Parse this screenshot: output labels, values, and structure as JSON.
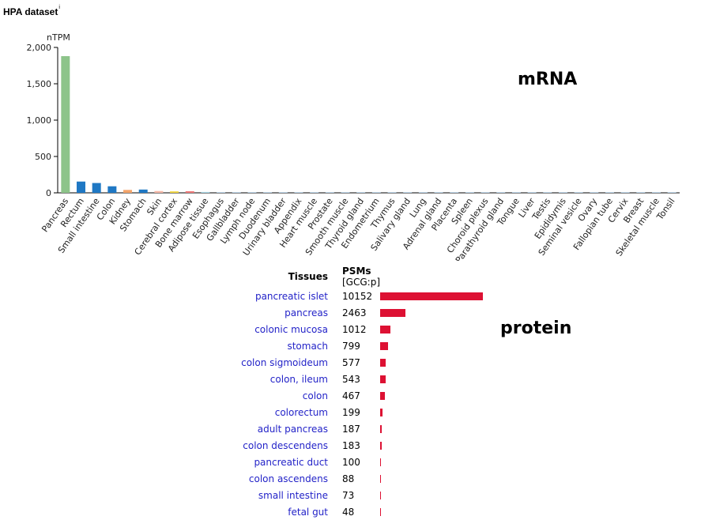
{
  "header": {
    "title": "HPA dataset",
    "info_mark": "i"
  },
  "mrna_section_label": "mRNA",
  "protein_section_label": "protein",
  "bar_colors": {
    "Pancreas": "#8dc48a",
    "Rectum": "#1f78c4",
    "Small intestine": "#1f78c4",
    "Colon": "#1f78c4",
    "Kidney": "#f4a46a",
    "Stomach": "#1f78c4",
    "Skin": "#f6b8a8",
    "Cerebral cortex": "#f2d53c",
    "Bone marrow": "#f07878",
    "Adipose tissue": "#a8d8e8",
    "default": "#8fb8d8"
  },
  "protein_bar_color": "#dd1133",
  "chart_data": [
    {
      "type": "bar",
      "ylabel": "nTPM",
      "ylim": [
        0,
        2000
      ],
      "yticks": [
        0,
        500,
        1000,
        1500,
        2000
      ],
      "ytick_labels": [
        "0",
        "500",
        "1,000",
        "1,500",
        "2,000"
      ],
      "categories": [
        "Pancreas",
        "Rectum",
        "Small intestine",
        "Colon",
        "Kidney",
        "Stomach",
        "Skin",
        "Cerebral cortex",
        "Bone marrow",
        "Adipose tissue",
        "Esophagus",
        "Gallbladder",
        "Lymph node",
        "Duodenum",
        "Urinary bladder",
        "Appendix",
        "Heart muscle",
        "Prostate",
        "Smooth muscle",
        "Thyroid gland",
        "Endometrium",
        "Thymus",
        "Salivary gland",
        "Lung",
        "Adrenal gland",
        "Placenta",
        "Spleen",
        "Choroid plexus",
        "Parathyroid gland",
        "Tongue",
        "Liver",
        "Testis",
        "Epididymis",
        "Seminal vesicle",
        "Ovary",
        "Fallopian tube",
        "Cervix",
        "Breast",
        "Skeletal muscle",
        "Tonsil"
      ],
      "values": [
        1880,
        155,
        135,
        90,
        40,
        45,
        25,
        20,
        22,
        12,
        3,
        2,
        2,
        5,
        2,
        2,
        1,
        1,
        1,
        1,
        1,
        1,
        1,
        1,
        1,
        1,
        1,
        1,
        1,
        1,
        1,
        1,
        1,
        1,
        1,
        1,
        1,
        1,
        1,
        1
      ]
    },
    {
      "type": "bar",
      "orientation": "horizontal",
      "column_headers": {
        "tissue": "Tissues",
        "value": "PSMs",
        "unit": "[GCG:p]"
      },
      "categories": [
        "pancreatic islet",
        "pancreas",
        "colonic mucosa",
        "stomach",
        "colon sigmoideum",
        "colon, ileum",
        "colon",
        "colorectum",
        "adult pancreas",
        "colon descendens",
        "pancreatic duct",
        "colon ascendens",
        "small intestine",
        "fetal gut"
      ],
      "values": [
        10152,
        2463,
        1012,
        799,
        577,
        543,
        467,
        199,
        187,
        183,
        100,
        88,
        73,
        48
      ]
    }
  ]
}
